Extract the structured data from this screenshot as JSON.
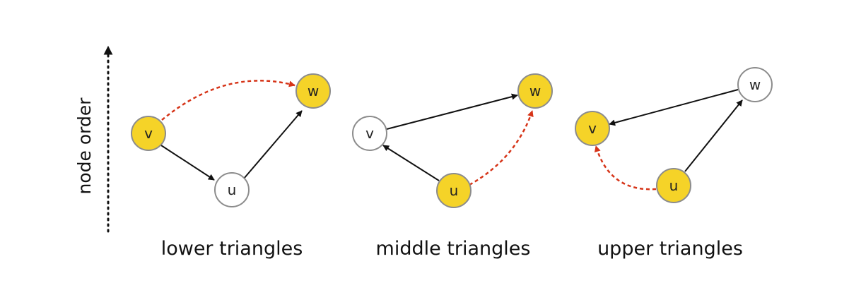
{
  "axis": {
    "label": "node order"
  },
  "colors": {
    "highlight_fill": "#f5d328",
    "plain_fill": "#ffffff",
    "node_stroke": "#8c8c8c",
    "edge": "#111111",
    "closing_edge": "#d63418"
  },
  "panels": [
    {
      "caption": "lower triangles",
      "nodes": [
        {
          "label": "v",
          "highlighted": true
        },
        {
          "label": "u",
          "highlighted": false
        },
        {
          "label": "w",
          "highlighted": true
        }
      ],
      "edges": [
        {
          "from": "v",
          "to": "u",
          "style": "solid"
        },
        {
          "from": "u",
          "to": "w",
          "style": "solid"
        },
        {
          "from": "v",
          "to": "w",
          "style": "dashed"
        }
      ]
    },
    {
      "caption": "middle triangles",
      "nodes": [
        {
          "label": "v",
          "highlighted": false
        },
        {
          "label": "u",
          "highlighted": true
        },
        {
          "label": "w",
          "highlighted": true
        }
      ],
      "edges": [
        {
          "from": "v",
          "to": "w",
          "style": "solid"
        },
        {
          "from": "u",
          "to": "v",
          "style": "solid"
        },
        {
          "from": "u",
          "to": "w",
          "style": "dashed"
        }
      ]
    },
    {
      "caption": "upper triangles",
      "nodes": [
        {
          "label": "w",
          "highlighted": false
        },
        {
          "label": "v",
          "highlighted": true
        },
        {
          "label": "u",
          "highlighted": true
        }
      ],
      "edges": [
        {
          "from": "w",
          "to": "v",
          "style": "solid"
        },
        {
          "from": "u",
          "to": "w",
          "style": "solid"
        },
        {
          "from": "u",
          "to": "v",
          "style": "dashed"
        }
      ]
    }
  ]
}
